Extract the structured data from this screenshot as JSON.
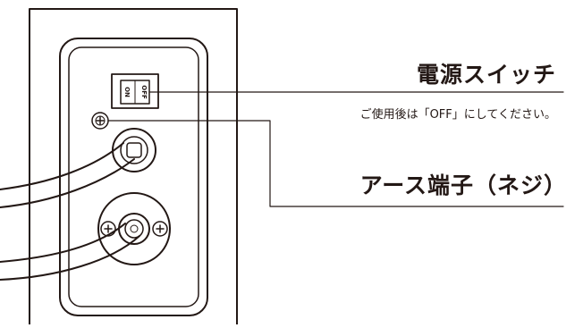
{
  "callouts": {
    "power_switch": {
      "title": "電源スイッチ",
      "note": "ご使用後は「OFF」にしてください。"
    },
    "ground_terminal": {
      "title": "アース端子（ネジ）"
    }
  },
  "switch_marks": {
    "on": "ON",
    "off": "OFF"
  }
}
